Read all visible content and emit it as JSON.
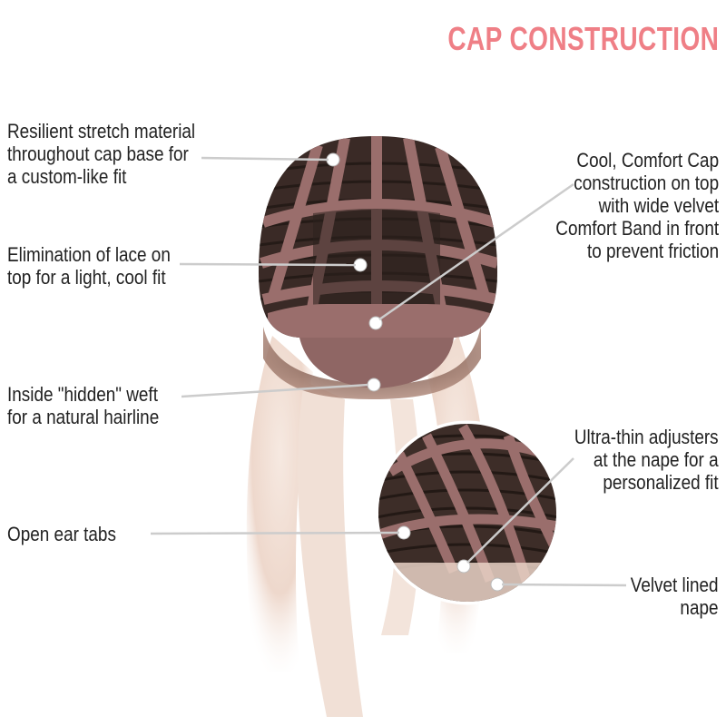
{
  "header": {
    "title": "CAP CONSTRUCTION",
    "title_color": "#ef7f86"
  },
  "callouts": [
    {
      "text": "Resilient stretch material\nthroughout cap base for\na custom-like fit"
    },
    {
      "text": "Elimination of lace on\ntop for a light, cool fit"
    },
    {
      "text": "Inside \"hidden\" weft\nfor a natural hairline"
    },
    {
      "text": "Open ear tabs"
    },
    {
      "text": "Cool, Comfort Cap\nconstruction on top\nwith wide velvet\nComfort Band in front\nto prevent friction"
    },
    {
      "text": "Ultra-thin adjusters\nat the nape for a\npersonalized fit"
    },
    {
      "text": "Velvet lined\nnape"
    }
  ],
  "colors": {
    "leader_line": "#cccccc",
    "cap_band": "#9a6e6c",
    "cap_dark": "#3a2a26",
    "hair_light": "#efdcd2",
    "text": "#222222"
  }
}
